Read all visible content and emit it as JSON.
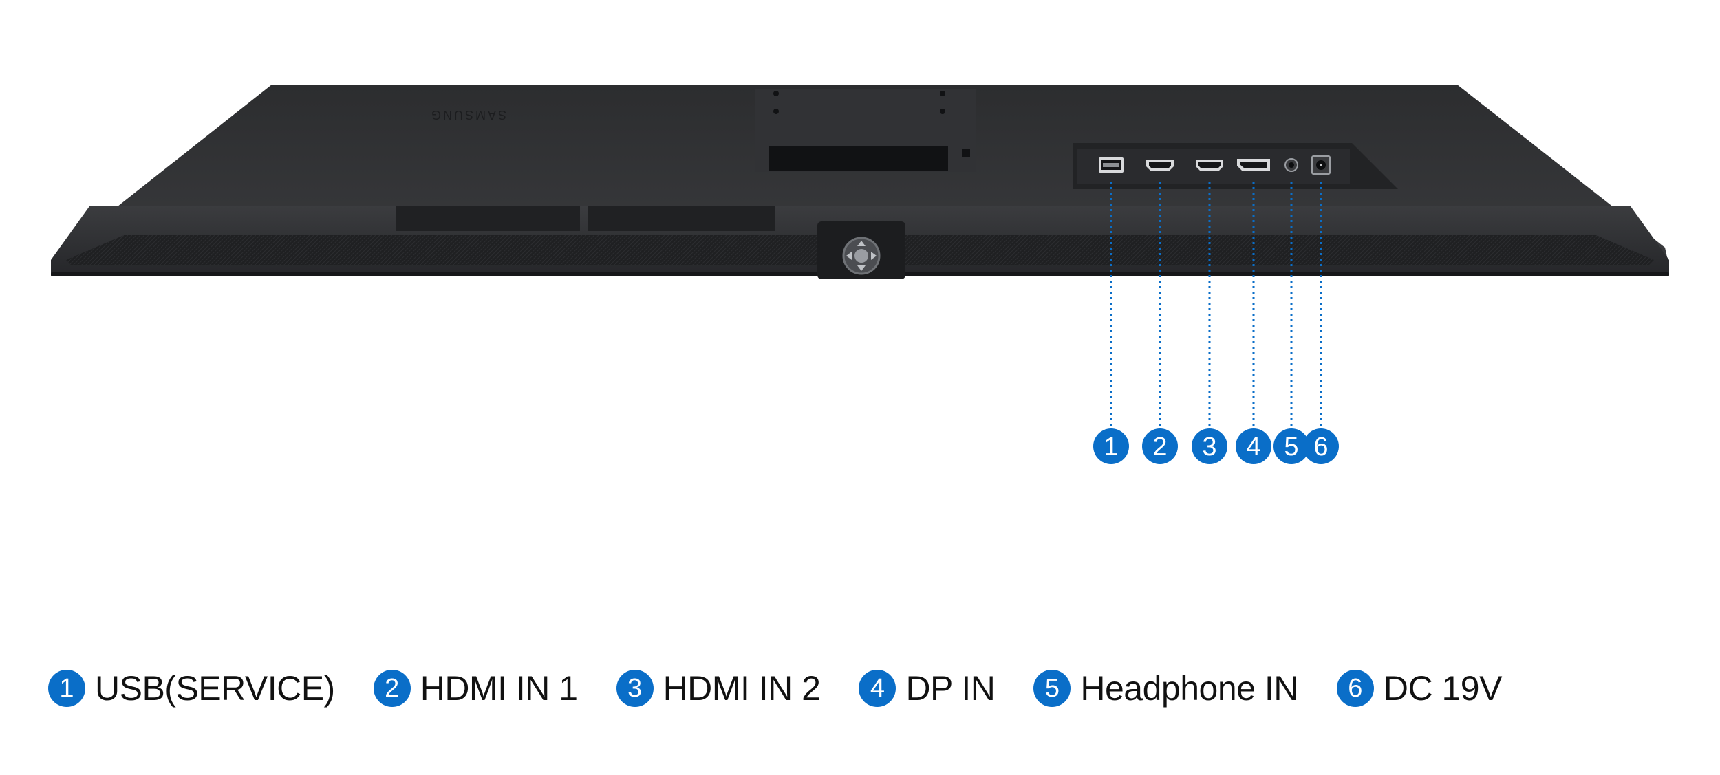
{
  "colors": {
    "accent": "#0a6ec8",
    "body": "#2a2b2d",
    "body_edge": "#1b1c1e",
    "port_panel": "#202123"
  },
  "product": {
    "logo_text": "SAMSUNG"
  },
  "ports": [
    {
      "number": "1",
      "label": "USB(SERVICE)",
      "icon": "usb-port-icon"
    },
    {
      "number": "2",
      "label": "HDMI IN 1",
      "icon": "hdmi-port-icon"
    },
    {
      "number": "3",
      "label": "HDMI IN 2",
      "icon": "hdmi-port-icon"
    },
    {
      "number": "4",
      "label": "DP IN",
      "icon": "displayport-icon"
    },
    {
      "number": "5",
      "label": "Headphone IN",
      "icon": "headphone-jack-icon"
    },
    {
      "number": "6",
      "label": "DC 19V",
      "icon": "dc-power-jack-icon"
    }
  ]
}
